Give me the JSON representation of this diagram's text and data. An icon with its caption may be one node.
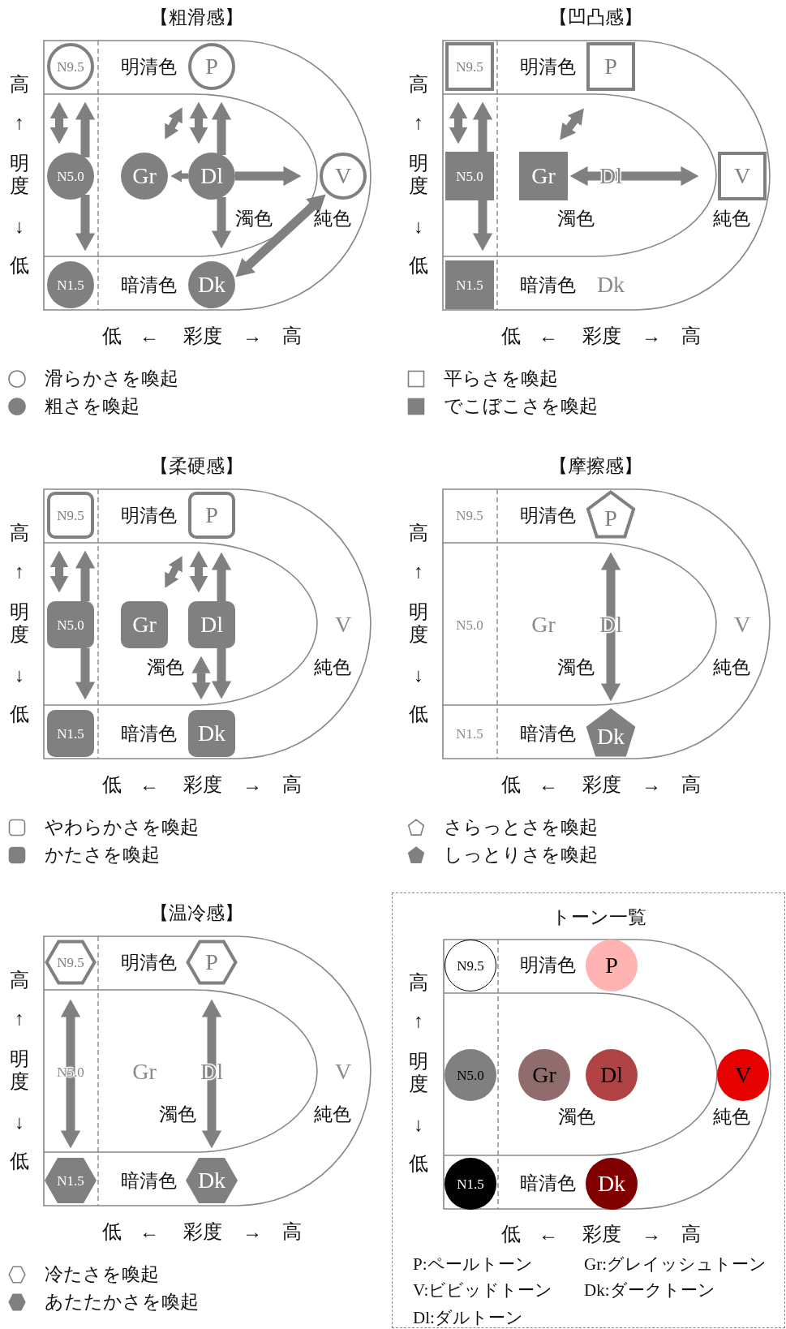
{
  "diagram": {
    "nodes": [
      {
        "text": [
          "【粗滑感】"
        ]
      },
      {
        "text": [
          "N9.5"
        ],
        "in": 0
      },
      {
        "text": [
          "P"
        ],
        "in": 0
      },
      {
        "text": [
          "N5.0"
        ],
        "in": 0
      },
      {
        "text": [
          "Gr"
        ],
        "in": 0
      },
      {
        "text": [
          "Dl"
        ],
        "in": 0
      },
      {
        "text": [
          "V"
        ],
        "in": 0
      },
      {
        "text": [
          "N1.5"
        ],
        "in": 0
      },
      {
        "text": [
          "Dk"
        ],
        "in": 0
      },
      {
        "text": [
          "【凹凸感】"
        ]
      },
      {
        "text": [
          "N9.5"
        ],
        "in": 9
      },
      {
        "text": [
          "P"
        ],
        "in": 9
      },
      {
        "text": [
          "N5.0"
        ],
        "in": 9
      },
      {
        "text": [
          "Gr"
        ],
        "in": 9
      },
      {
        "text": [
          "Dl"
        ],
        "in": 9
      },
      {
        "text": [
          "V"
        ],
        "in": 9
      },
      {
        "text": [
          "N1.5"
        ],
        "in": 9
      },
      {
        "text": [
          "Dk"
        ],
        "in": 9
      },
      {
        "text": [
          "【柔硬感】"
        ]
      },
      {
        "text": [
          "N9.5"
        ],
        "in": 18
      },
      {
        "text": [
          "P"
        ],
        "in": 18
      },
      {
        "text": [
          "N5.0"
        ],
        "in": 18
      },
      {
        "text": [
          "Gr"
        ],
        "in": 18
      },
      {
        "text": [
          "Dl"
        ],
        "in": 18
      },
      {
        "text": [
          "V"
        ],
        "in": 18
      },
      {
        "text": [
          "N1.5"
        ],
        "in": 18
      },
      {
        "text": [
          "Dk"
        ],
        "in": 18
      },
      {
        "text": [
          "【摩擦感】"
        ]
      },
      {
        "text": [
          "N9.5"
        ],
        "in": 27
      },
      {
        "text": [
          "P"
        ],
        "in": 27
      },
      {
        "text": [
          "N5.0"
        ],
        "in": 27
      },
      {
        "text": [
          "Gr"
        ],
        "in": 27
      },
      {
        "text": [
          "Dl"
        ],
        "in": 27
      },
      {
        "text": [
          "V"
        ],
        "in": 27
      },
      {
        "text": [
          "N1.5"
        ],
        "in": 27
      },
      {
        "text": [
          "Dk"
        ],
        "in": 27
      },
      {
        "text": [
          "【温冷感】"
        ]
      },
      {
        "text": [
          "N9.5"
        ],
        "in": 36
      },
      {
        "text": [
          "P"
        ],
        "in": 36
      },
      {
        "text": [
          "N5.0"
        ],
        "in": 36
      },
      {
        "text": [
          "Gr"
        ],
        "in": 36
      },
      {
        "text": [
          "Dl"
        ],
        "in": 36
      },
      {
        "text": [
          "V"
        ],
        "in": 36
      },
      {
        "text": [
          "N1.5"
        ],
        "in": 36
      },
      {
        "text": [
          "Dk"
        ],
        "in": 36
      },
      {
        "text": [
          "トーン一覧"
        ]
      },
      {
        "text": [
          "N9.5"
        ],
        "in": 45
      },
      {
        "text": [
          "P"
        ],
        "in": 45
      },
      {
        "text": [
          "N5.0"
        ],
        "in": 45
      },
      {
        "text": [
          "Gr"
        ],
        "in": 45
      },
      {
        "text": [
          "Dl"
        ],
        "in": 45
      },
      {
        "text": [
          "V"
        ],
        "in": 45
      },
      {
        "text": [
          "N1.5"
        ],
        "in": 45
      },
      {
        "text": [
          "Dk"
        ],
        "in": 45
      }
    ],
    "edges": [
      {
        "from": 1,
        "to": 3,
        "arrow": "both"
      },
      {
        "from": 3,
        "to": 1,
        "arrow": "to"
      },
      {
        "from": 3,
        "to": 7,
        "arrow": "to"
      },
      {
        "from": 2,
        "to": 4,
        "arrow": "both"
      },
      {
        "from": 2,
        "to": 5,
        "arrow": "both"
      },
      {
        "from": 5,
        "to": 2,
        "arrow": "to"
      },
      {
        "from": 5,
        "to": 8,
        "arrow": "to"
      },
      {
        "from": 5,
        "to": 4,
        "arrow": "to"
      },
      {
        "from": 5,
        "to": 6,
        "arrow": "to"
      },
      {
        "from": 8,
        "to": 6,
        "arrow": "both"
      },
      {
        "from": 10,
        "to": 12,
        "arrow": "both"
      },
      {
        "from": 12,
        "to": 10,
        "arrow": "to"
      },
      {
        "from": 12,
        "to": 16,
        "arrow": "to"
      },
      {
        "from": 11,
        "to": 13,
        "arrow": "both"
      },
      {
        "from": 13,
        "to": 15,
        "arrow": "both"
      },
      {
        "from": 19,
        "to": 21,
        "arrow": "both"
      },
      {
        "from": 21,
        "to": 19,
        "arrow": "to"
      },
      {
        "from": 21,
        "to": 25,
        "arrow": "to"
      },
      {
        "from": 20,
        "to": 22,
        "arrow": "both"
      },
      {
        "from": 20,
        "to": 23,
        "arrow": "both"
      },
      {
        "from": 23,
        "to": 20,
        "arrow": "to"
      },
      {
        "from": 23,
        "to": 26,
        "arrow": "to"
      },
      {
        "from": 23,
        "to": 26,
        "arrow": "both"
      },
      {
        "from": 29,
        "to": 35,
        "arrow": "both"
      },
      {
        "from": 37,
        "to": 43,
        "arrow": "both"
      },
      {
        "from": 38,
        "to": 44,
        "arrow": "both"
      }
    ],
    "labels": [
      "明清色",
      "濁色",
      "純色",
      "暗清色",
      "高",
      "↑",
      "明度",
      "↓",
      "低",
      "低",
      "←",
      "彩度",
      "→",
      "高",
      "明清色",
      "濁色",
      "純色",
      "暗清色",
      "高",
      "↑",
      "明度",
      "↓",
      "低",
      "低",
      "←",
      "彩度",
      "→",
      "高",
      "明清色",
      "濁色",
      "純色",
      "暗清色",
      "高",
      "↑",
      "明度",
      "↓",
      "低",
      "低",
      "←",
      "彩度",
      "→",
      "高",
      "明清色",
      "濁色",
      "純色",
      "暗清色",
      "高",
      "↑",
      "明度",
      "↓",
      "低",
      "低",
      "←",
      "彩度",
      "→",
      "高",
      "明清色",
      "濁色",
      "純色",
      "暗清色",
      "高",
      "↑",
      "明度",
      "↓",
      "低",
      "低",
      "←",
      "彩度",
      "→",
      "高",
      "明清色",
      "濁色",
      "純色",
      "暗清色",
      "高",
      "↑",
      "明度",
      "↓",
      "低",
      "低",
      "←",
      "彩度",
      "→",
      "高",
      "P:ペールトーン",
      "Gr:グレイッシュトーン",
      "V:ビビッドトーン",
      "Dk:ダークトーン",
      "Dl:ダルトーン"
    ],
    "legend": [
      {
        "text": "滑らかさを喚起"
      },
      {
        "text": "粗さを喚起"
      },
      {
        "text": "平らさを喚起"
      },
      {
        "text": "でこぼこさを喚起"
      },
      {
        "text": "やわらかさを喚起"
      },
      {
        "text": "かたさを喚起"
      },
      {
        "text": "さらっとさを喚起"
      },
      {
        "text": "しっとりさを喚起"
      },
      {
        "text": "冷たさを喚起"
      },
      {
        "text": "あたたかさを喚起"
      }
    ]
  }
}
